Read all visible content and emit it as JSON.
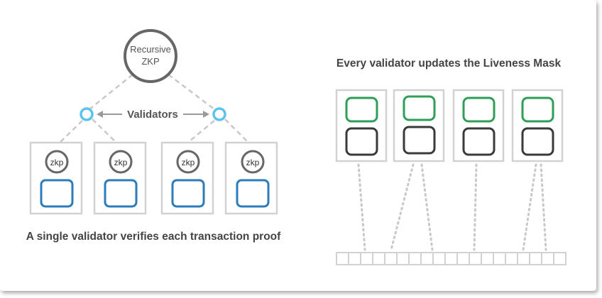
{
  "left_panel": {
    "root_node_label_line1": "Recursive",
    "root_node_label_line2": "ZKP",
    "validators_label": "Validators",
    "proof_label": "zkp",
    "caption": "A single validator verifies each transaction proof",
    "colors": {
      "validator_node": "#5bc3ee",
      "tx_box": "#2b7cb9",
      "line": "#c8c8c8",
      "node_border": "#666666"
    }
  },
  "right_panel": {
    "title": "Every validator updates the Liveness Mask",
    "colors": {
      "top_box": "#2e9e58",
      "bottom_box": "#3a3a3a",
      "card_border": "#d2d2d2",
      "mask_cell": "#d2d2d2"
    }
  }
}
